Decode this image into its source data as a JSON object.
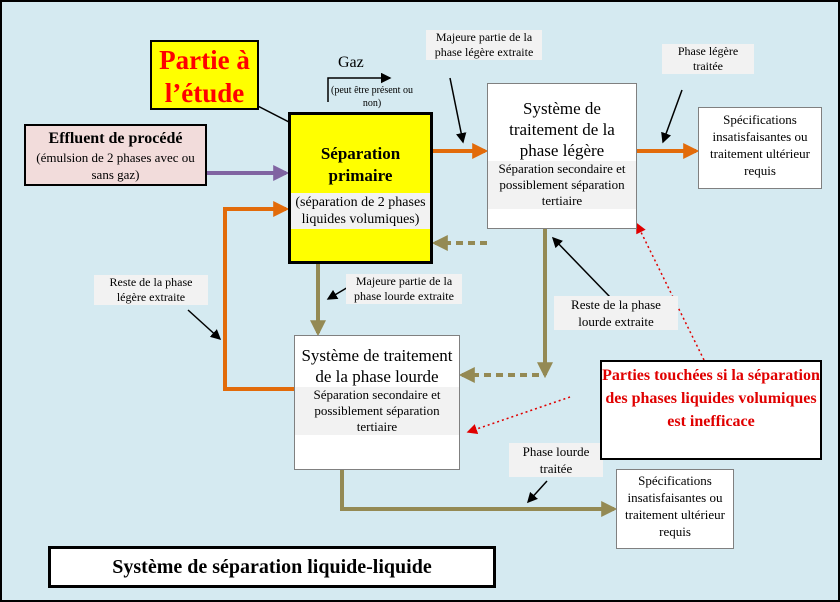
{
  "title": "Système de séparation liquide-liquide",
  "partie_etude": "Partie à l’étude",
  "effluent": {
    "title": "Effluent de procédé",
    "subtitle": "(émulsion de 2 phases avec ou sans gaz)"
  },
  "gaz": {
    "label": "Gaz",
    "note": "(peut être présent ou non)"
  },
  "separation_primaire": {
    "title": "Séparation primaire",
    "subtitle": "(séparation de 2 phases liquides volumiques)"
  },
  "systeme_phase_legere": {
    "title": "Système de traitement de la phase légère",
    "subtitle": "Séparation secondaire et possiblement séparation tertiaire"
  },
  "systeme_phase_lourde": {
    "title": "Système de traitement de la phase lourde",
    "subtitle": "Séparation secondaire et possiblement séparation tertiaire"
  },
  "labels": {
    "majeure_legere": "Majeure partie de la phase légère extraite",
    "phase_legere_traitee": "Phase légère traitée",
    "majeure_lourde": "Majeure partie de la phase lourde extraite",
    "reste_legere": "Reste de la phase légère extraite",
    "reste_lourde": "Reste de la phase lourde extraite",
    "phase_lourde_traitee": "Phase lourde traitée"
  },
  "specifications": "Spécifications insatisfaisantes ou traitement ultérieur requis",
  "parties_touchees": "Parties touchées si la séparation des phases liquides volumiques est inefficace",
  "colors": {
    "light_phase": "#e26b0a",
    "heavy_phase": "#948a54",
    "feed": "#8064a2",
    "highlight": "#ffff00",
    "warning": "#e00000",
    "background": "#d5eaf1"
  }
}
